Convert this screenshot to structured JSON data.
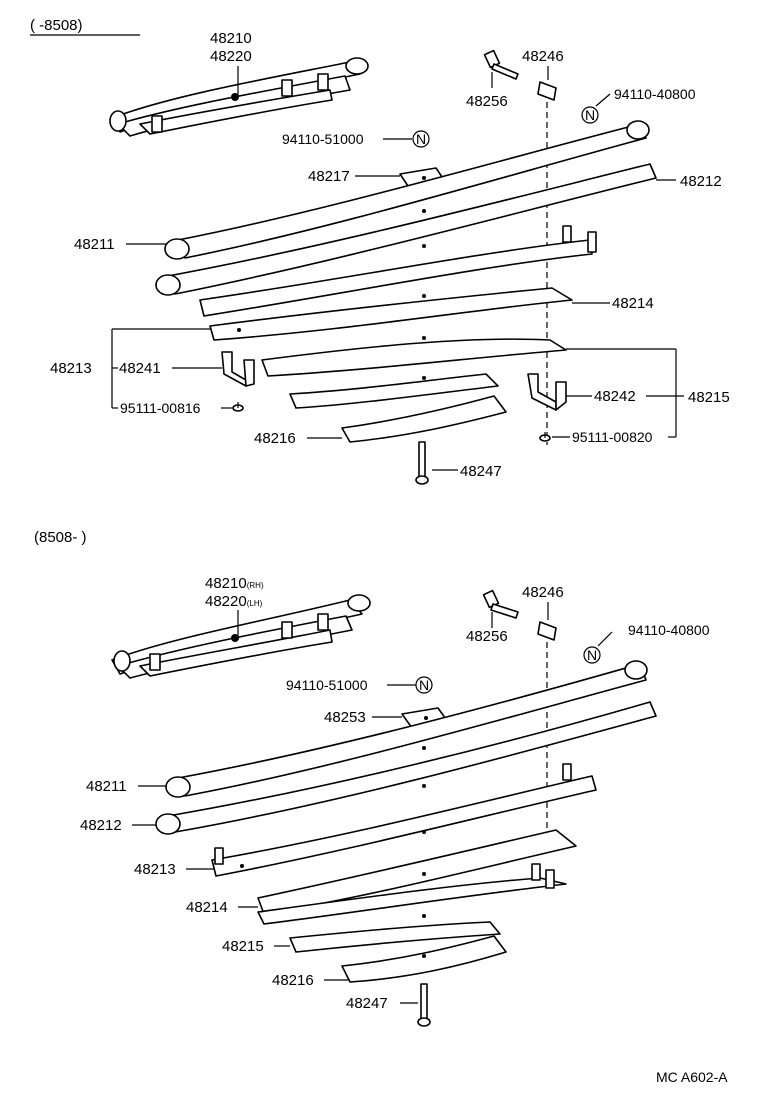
{
  "sections": [
    {
      "range": "(        -8508)",
      "labels": {
        "assy_rh": "48210",
        "assy_lh": "48220",
        "nut": "94110-51000",
        "plate": "48217",
        "leaf_no1": "48211",
        "bolt": "48256",
        "pin": "48246",
        "nut_n": "94110-40800",
        "leaf_no2": "48212",
        "leaf_no4": "48214",
        "leaf_no3": "48213",
        "clip_a": "48241",
        "rivet_a": "95111-00816",
        "clip_b": "48242",
        "leaf_no5": "48215",
        "leaf_no6": "48216",
        "rivet_b": "95111-00820",
        "center_bolt": "48247"
      }
    },
    {
      "range": "(8508-        )",
      "labels": {
        "assy_rh": "48210",
        "assy_rh_tag": "(RH)",
        "assy_lh": "48220",
        "assy_lh_tag": "(LH)",
        "bolt": "48256",
        "pin": "48246",
        "nut_n": "94110-40800",
        "nut": "94110-51000",
        "plate": "48253",
        "leaf_no1": "48211",
        "leaf_no2": "48212",
        "leaf_no3": "48213",
        "leaf_no4": "48214",
        "leaf_no5": "48215",
        "leaf_no6": "48216",
        "center_bolt": "48247"
      }
    }
  ],
  "nut_symbol": "N",
  "figure_code": "MC A602-A"
}
